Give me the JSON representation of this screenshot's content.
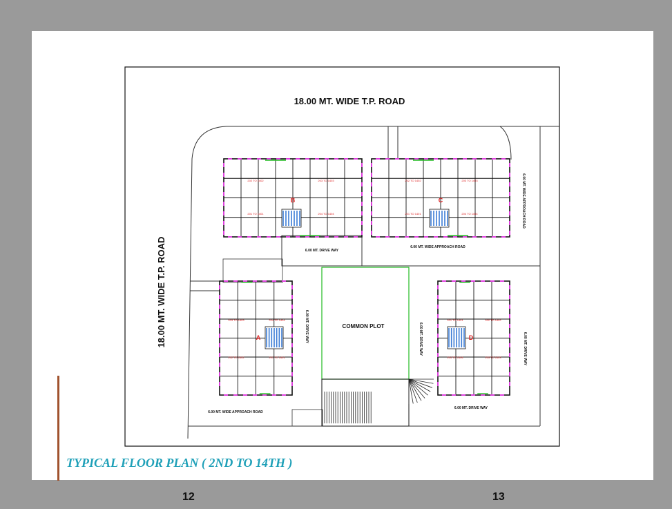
{
  "title": "TYPICAL FLOOR PLAN ( 2ND TO 14TH )",
  "page_numbers": [
    "12",
    "13"
  ],
  "colors": {
    "accent_bar": "#a0522d",
    "title": "#1fa0b8",
    "walls": "#111111",
    "openings": "#e040e0",
    "balcony": "#22bb22",
    "unit_text": "#dd2222",
    "stair": "#3a7bd5"
  },
  "labels": {
    "road_top": "18.00 MT. WIDE  T.P. ROAD",
    "road_left": "18.00 MT. WIDE  T.P. ROAD",
    "approach_right": "6.00 MT. WIDE APPROACH ROAD",
    "approach_mid": "6.00 MT. WIDE APPROACH ROAD",
    "approach_bottom_left": "6.00 MT. WIDE APPROACH ROAD",
    "drive_way_top": "6.00 MT. DRIVE WAY",
    "drive_way_left_vertical": "6.00 MT. DRIVE WAY",
    "drive_way_mid_vertical": "6.00 MT. DRIVE WAY",
    "drive_way_right_vertical": "6.00 MT. DRIVE WAY",
    "drive_way_bottom_right": "6.00 MT. DRIVE WAY",
    "common_plot": "COMMON PLOT"
  },
  "wings": [
    {
      "letter": "B",
      "units": [
        "202 TO 1402",
        "203 TO 1403",
        "201 TO 1401",
        "204 TO 1404"
      ]
    },
    {
      "letter": "C",
      "units": [
        "202 TO 1402",
        "203 TO 1403",
        "201 TO 1401",
        "204 TO 1404"
      ]
    },
    {
      "letter": "A",
      "units": [
        "203 TO 1403",
        "204 TO 1404",
        "202 TO 1402",
        "201 TO 1401"
      ]
    },
    {
      "letter": "D",
      "units": [
        "201 TO 1401",
        "202 TO 1402",
        "204 TO 1404",
        "203 TO 1403"
      ]
    }
  ]
}
